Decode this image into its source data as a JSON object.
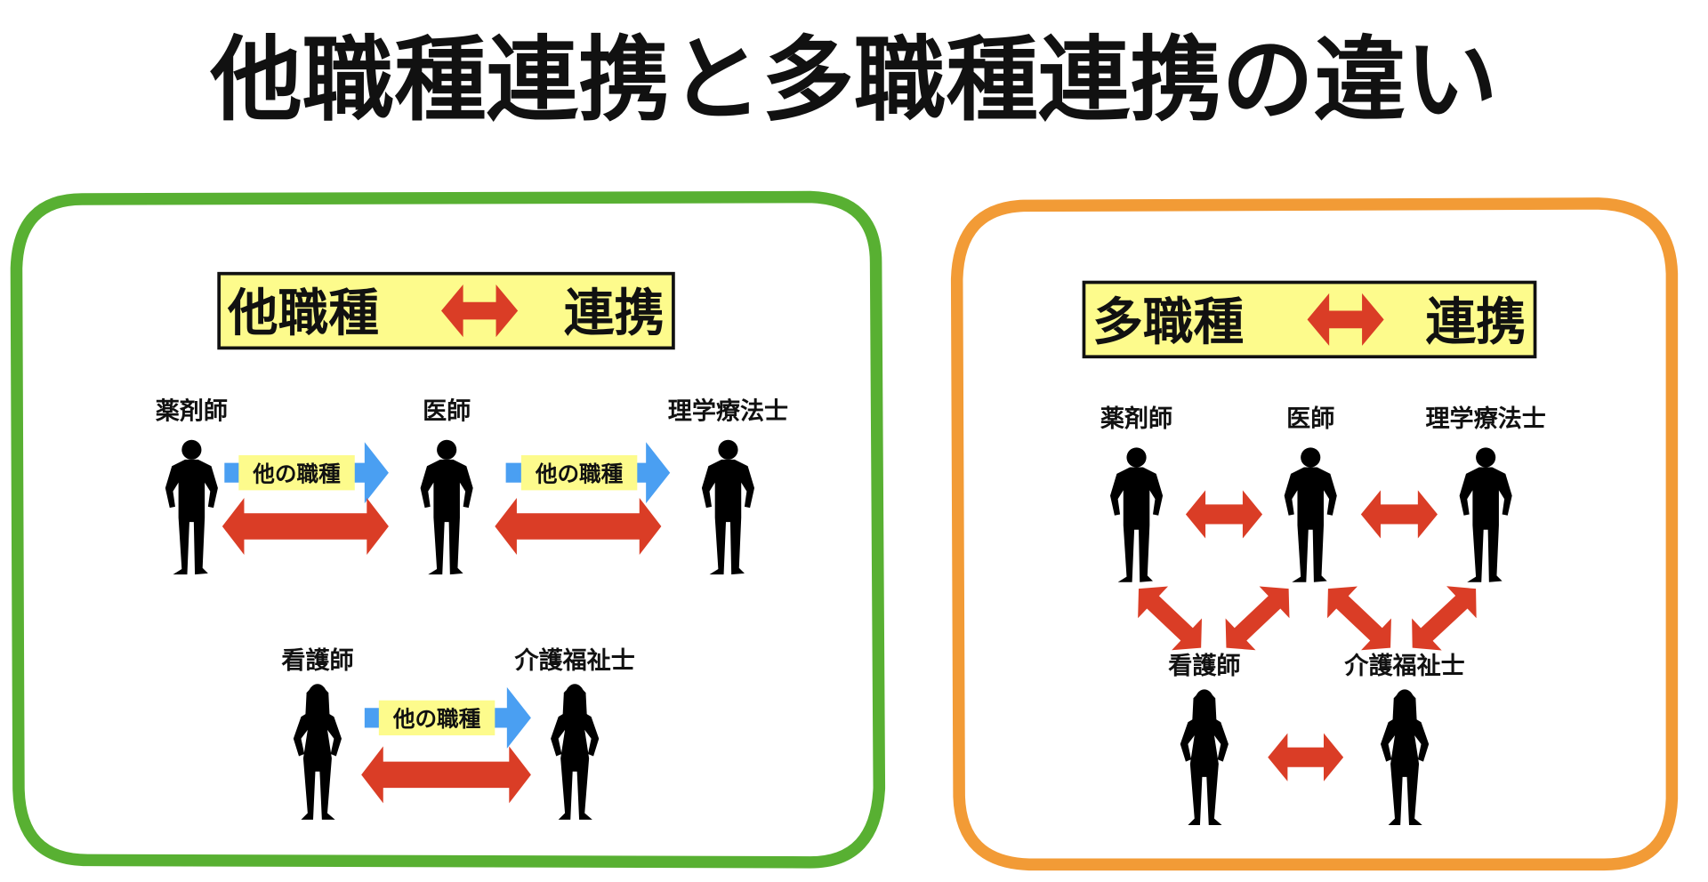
{
  "title": "他職種連携と多職種連携の違い",
  "colors": {
    "green": "#58b032",
    "orange": "#f29b36",
    "red": "#da3d26",
    "blue": "#4a9ff2",
    "yellow": "#fdfb8c",
    "figure": "#000000"
  },
  "left": {
    "box_left": "他職種",
    "box_right": "連携",
    "roles": [
      "薬剤師",
      "医師",
      "理学療法士",
      "看護師",
      "介護福祉士"
    ],
    "chip": "他の職種"
  },
  "right": {
    "box_left": "多職種",
    "box_right": "連携",
    "roles": [
      "薬剤師",
      "医師",
      "理学療法士",
      "看護師",
      "介護福祉士"
    ]
  }
}
